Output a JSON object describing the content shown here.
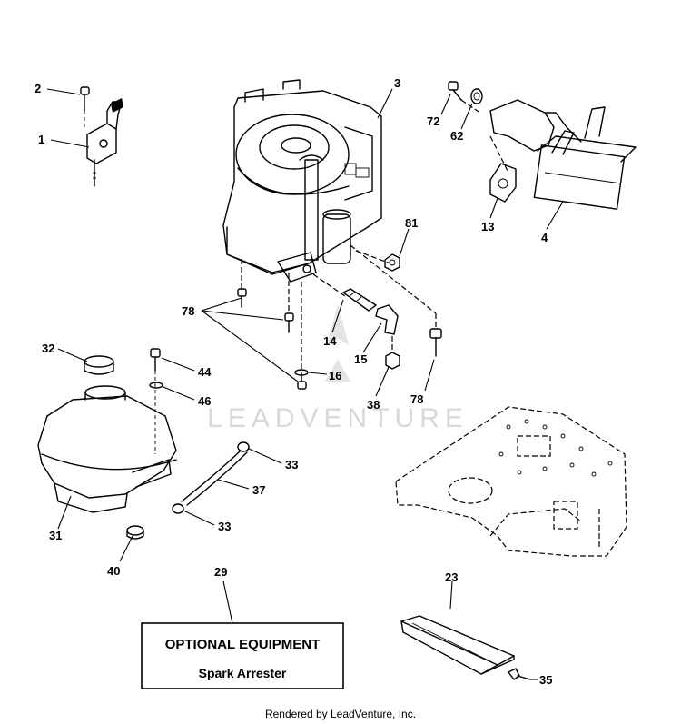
{
  "callouts": [
    {
      "id": "c2",
      "label": "2"
    },
    {
      "id": "c1",
      "label": "1"
    },
    {
      "id": "c3",
      "label": "3"
    },
    {
      "id": "c72",
      "label": "72"
    },
    {
      "id": "c62",
      "label": "62"
    },
    {
      "id": "c13",
      "label": "13"
    },
    {
      "id": "c4",
      "label": "4"
    },
    {
      "id": "c81",
      "label": "81"
    },
    {
      "id": "c78a",
      "label": "78"
    },
    {
      "id": "c14",
      "label": "14"
    },
    {
      "id": "c15",
      "label": "15"
    },
    {
      "id": "c16",
      "label": "16"
    },
    {
      "id": "c38",
      "label": "38"
    },
    {
      "id": "c78b",
      "label": "78"
    },
    {
      "id": "c32",
      "label": "32"
    },
    {
      "id": "c44",
      "label": "44"
    },
    {
      "id": "c46",
      "label": "46"
    },
    {
      "id": "c33a",
      "label": "33"
    },
    {
      "id": "c37",
      "label": "37"
    },
    {
      "id": "c33b",
      "label": "33"
    },
    {
      "id": "c31",
      "label": "31"
    },
    {
      "id": "c40",
      "label": "40"
    },
    {
      "id": "c29",
      "label": "29"
    },
    {
      "id": "c23",
      "label": "23"
    },
    {
      "id": "c35",
      "label": "35"
    }
  ],
  "optional_box": {
    "title": "OPTIONAL EQUIPMENT",
    "subtitle": "Spark Arrester"
  },
  "watermark": "LEADVENTURE",
  "footer": "Rendered by LeadVenture, Inc."
}
